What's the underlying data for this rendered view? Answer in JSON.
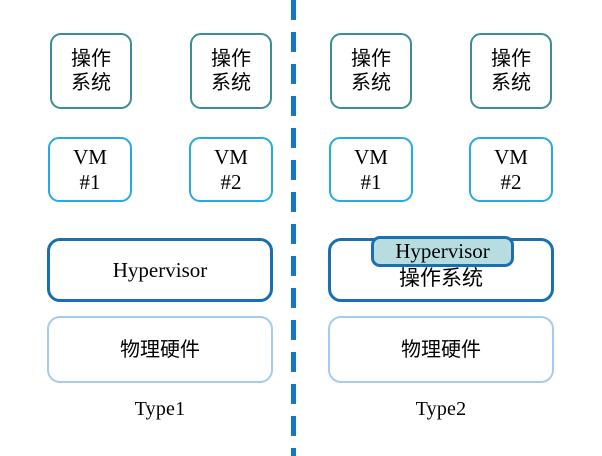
{
  "diagram": {
    "title": "Hypervisor Type1 vs Type2 architecture comparison",
    "divider": {
      "style": "dashed-vertical",
      "color": "#1278c4"
    },
    "colors": {
      "os_border": "#3d8e94",
      "vm_border": "#27a9e1",
      "hypervisor_border": "#1a6fb0",
      "hardware_border": "#a5cced",
      "badge_fill": "#b7dde1",
      "divider": "#1278c4",
      "background": "#ffffff",
      "text": "#000000"
    },
    "panels": [
      {
        "id": "type1",
        "caption": "Type1",
        "guest_os": [
          {
            "line1": "操作",
            "line2": "系统"
          },
          {
            "line1": "操作",
            "line2": "系统"
          }
        ],
        "vms": [
          {
            "line1": "VM",
            "line2": "#1"
          },
          {
            "line1": "VM",
            "line2": "#2"
          }
        ],
        "layer_middle": {
          "label": "Hypervisor",
          "badge": null
        },
        "layer_hardware": {
          "label": "物理硬件"
        }
      },
      {
        "id": "type2",
        "caption": "Type2",
        "guest_os": [
          {
            "line1": "操作",
            "line2": "系统"
          },
          {
            "line1": "操作",
            "line2": "系统"
          }
        ],
        "vms": [
          {
            "line1": "VM",
            "line2": "#1"
          },
          {
            "line1": "VM",
            "line2": "#2"
          }
        ],
        "layer_middle": {
          "label": "操作系统",
          "badge": "Hypervisor"
        },
        "layer_hardware": {
          "label": "物理硬件"
        }
      }
    ]
  }
}
